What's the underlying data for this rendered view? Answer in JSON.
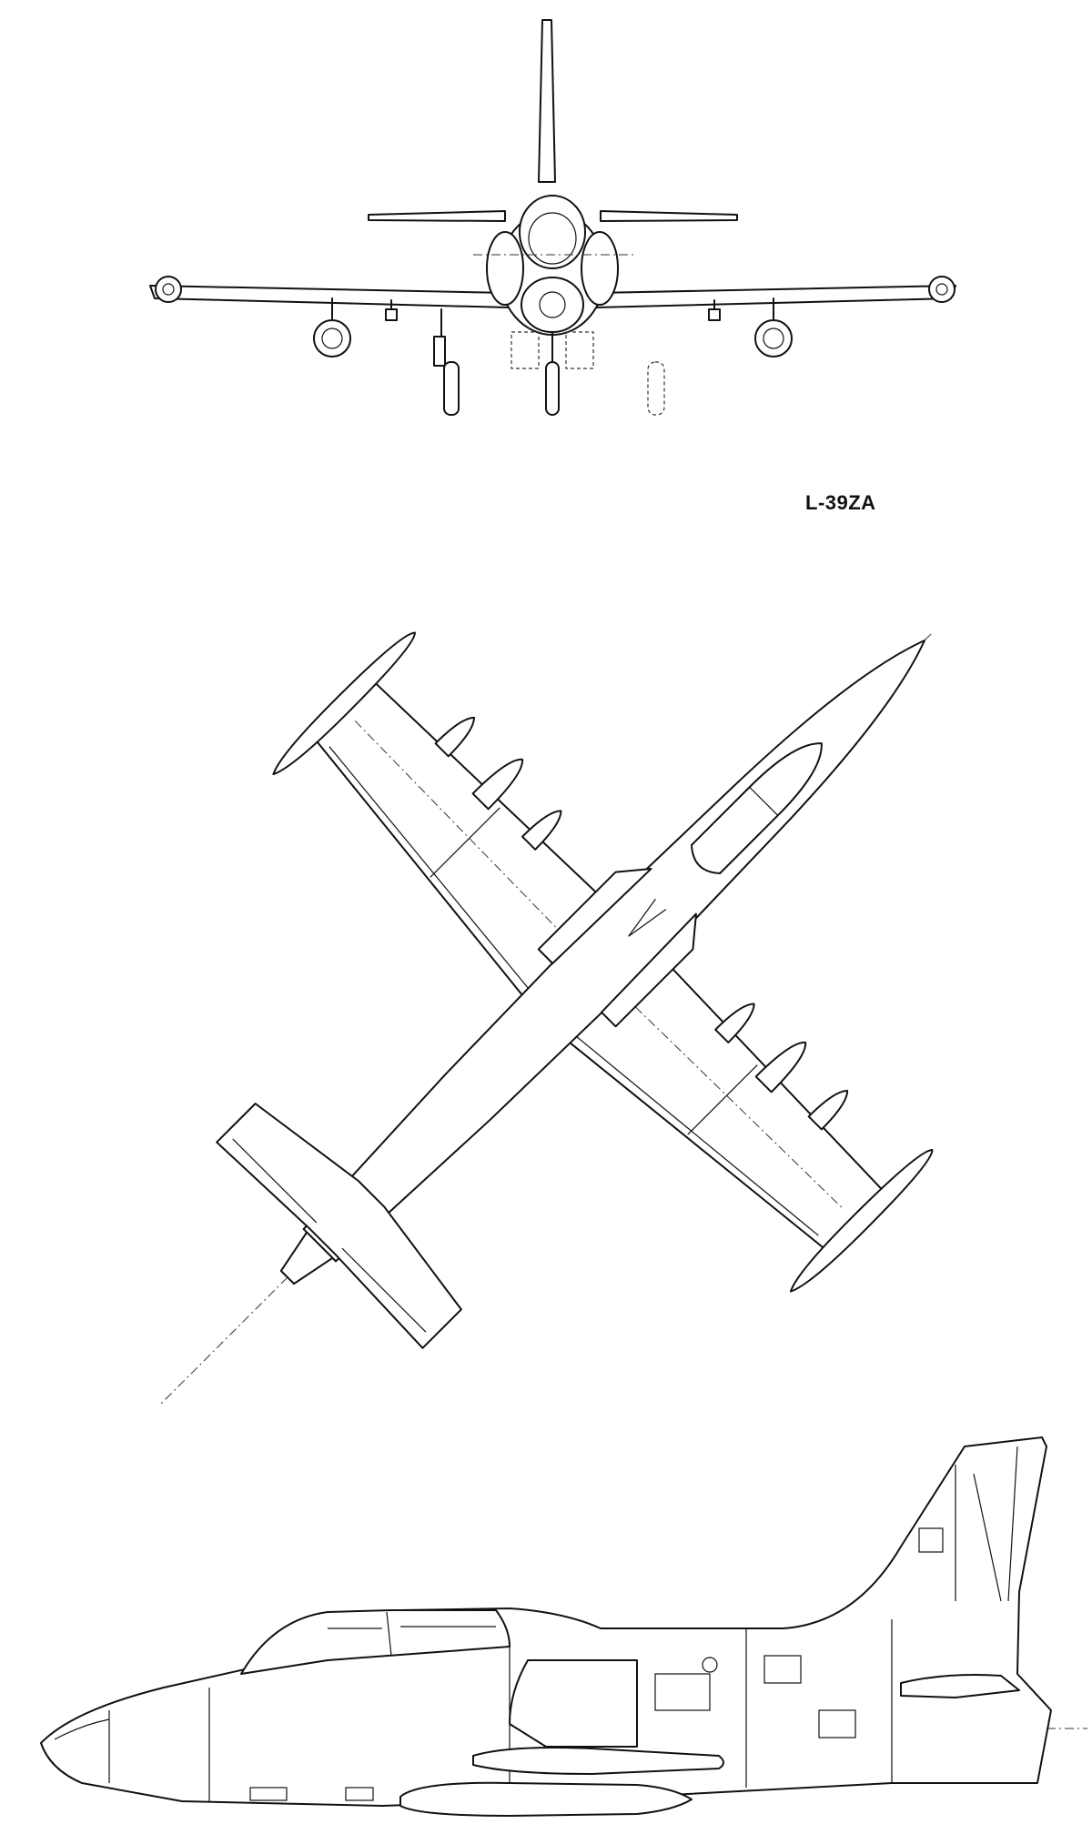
{
  "drawing": {
    "title": "L-39ZA",
    "views": [
      {
        "name": "front-view"
      },
      {
        "name": "plan-view"
      },
      {
        "name": "side-view"
      }
    ]
  }
}
